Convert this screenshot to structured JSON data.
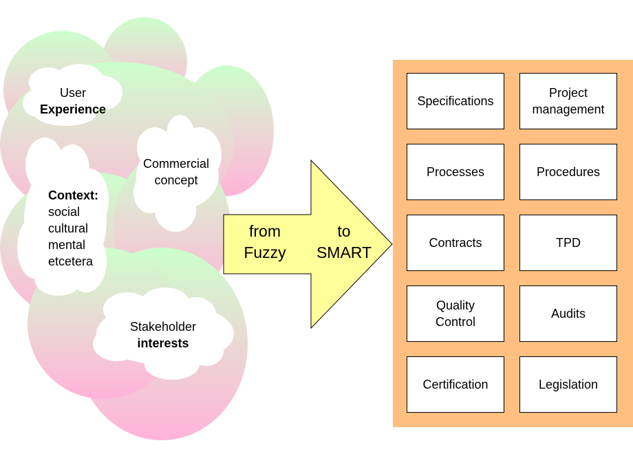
{
  "fuzzy_side": {
    "user_experience": {
      "line1": "User",
      "line2": "Experience"
    },
    "commercial_concept": {
      "line1": "Commercial",
      "line2": "concept"
    },
    "context": {
      "title": "Context:",
      "lines": [
        "social",
        "cultural",
        "mental",
        "etcetera"
      ]
    },
    "stakeholder": {
      "line1": "Stakeholder",
      "line2": "interests"
    }
  },
  "arrow": {
    "from_label": [
      "from",
      "Fuzzy"
    ],
    "to_label": [
      "to",
      "SMART"
    ]
  },
  "smart_side": {
    "items": [
      "Specifications",
      "Project\nmanagement",
      "Processes",
      "Procedures",
      "Contracts",
      "TPD",
      "Quality\nControl",
      "Audits",
      "Certification",
      "Legislation"
    ]
  },
  "colors": {
    "cloud_top": "#ccffcc",
    "cloud_bottom": "#ffb3d9",
    "arrow_fill": "#ffff99",
    "panel_fill": "#ffbf80"
  }
}
